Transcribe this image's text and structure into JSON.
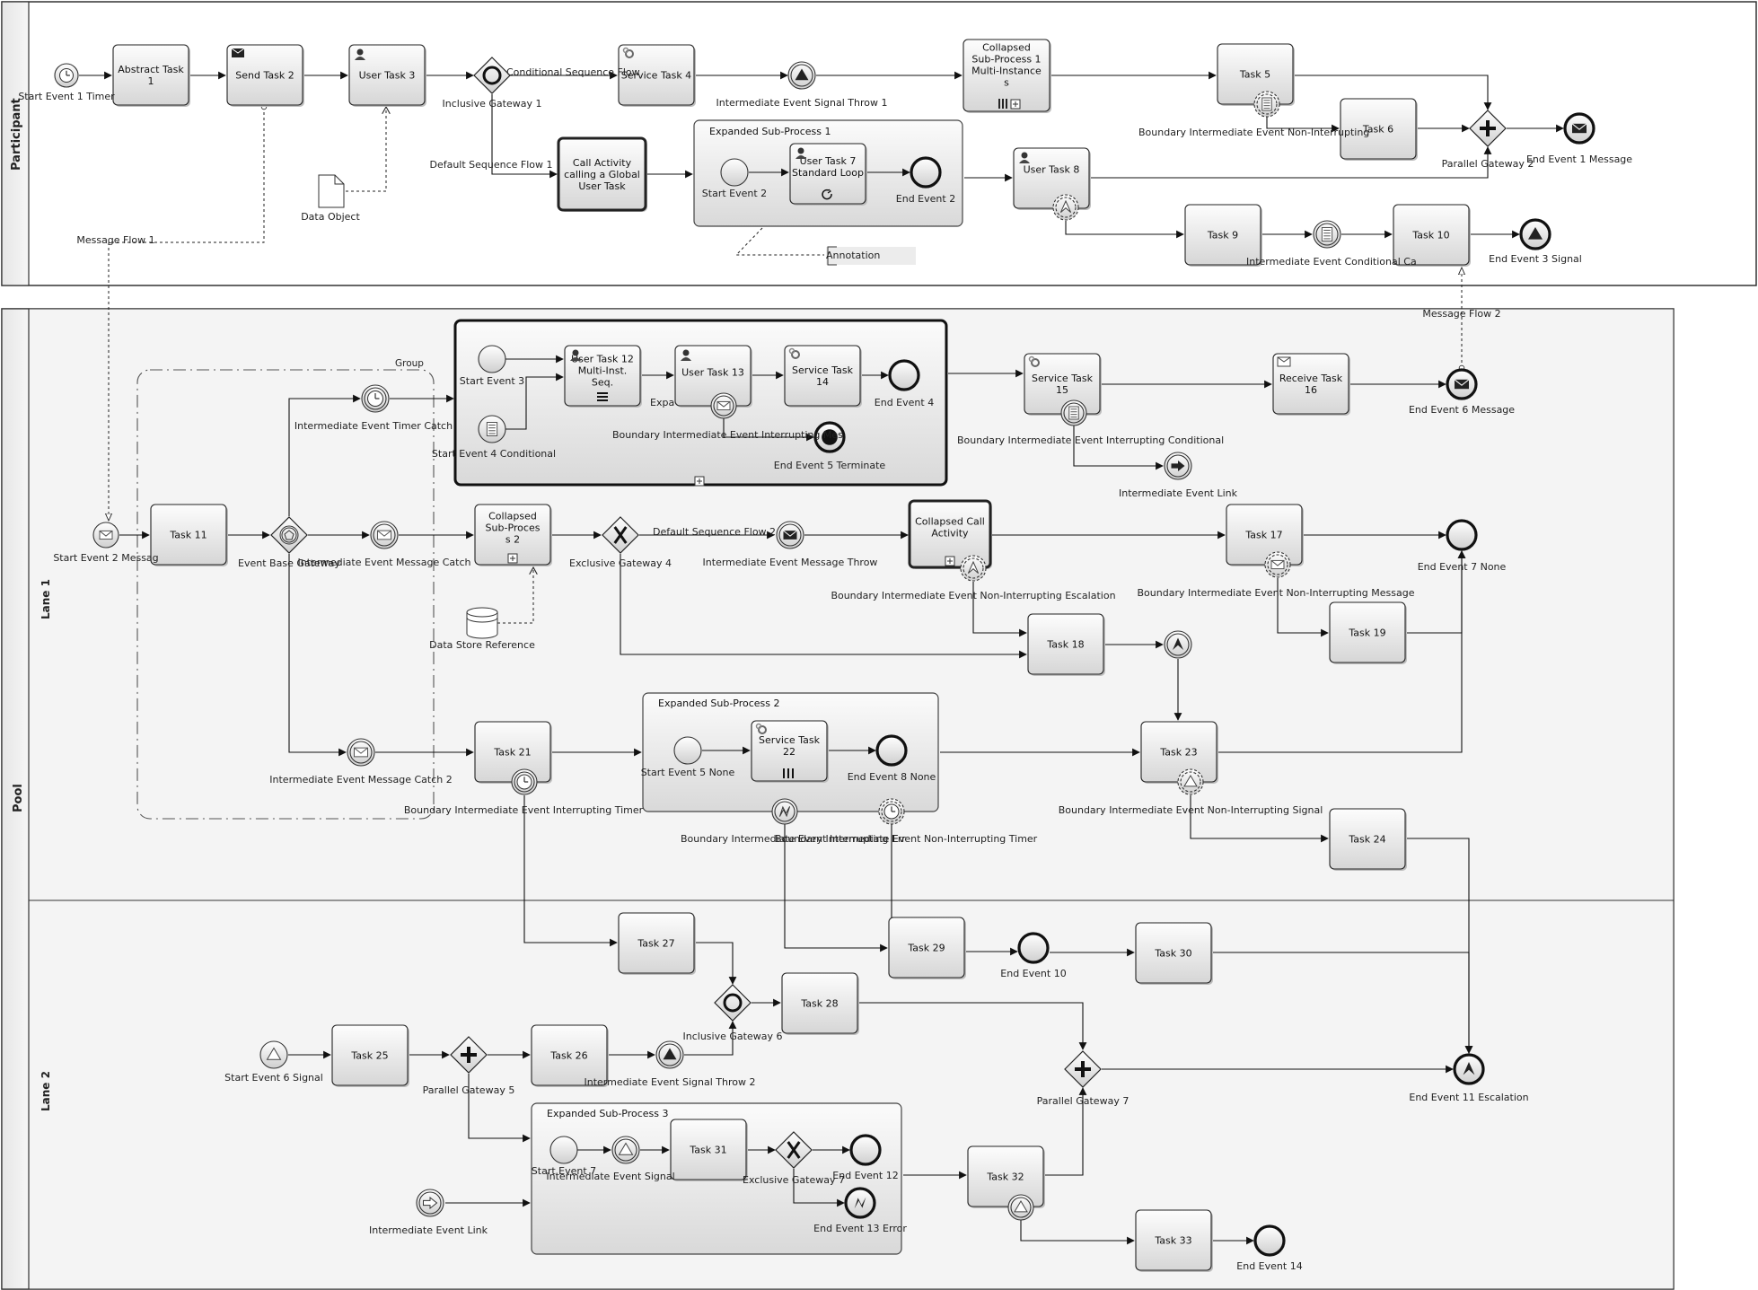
{
  "pools": {
    "participant": "Participant",
    "pool": "Pool",
    "lane1": "Lane 1",
    "lane2": "Lane 2"
  },
  "colors": {
    "task_fill_top": "#fdfdfd",
    "task_fill_bottom": "#dcdcdc",
    "subprocess_bottom": "#d8d8d8",
    "stroke": "#333333",
    "lane_bg": "#f4f4f4"
  },
  "tasks": {
    "abstract_task_1": [
      "Abstract Task",
      "1"
    ],
    "send_task_2": [
      "Send Task 2"
    ],
    "user_task_3": [
      "User Task 3"
    ],
    "service_task_4": [
      "Service Task 4"
    ],
    "collapsed_sub_1": [
      "Collapsed",
      "Sub-Process 1",
      "Multi-Instance",
      "s"
    ],
    "task_5": [
      "Task 5"
    ],
    "task_6": [
      "Task 6"
    ],
    "call_activity": [
      "Call Activity",
      "calling a Global",
      "User Task"
    ],
    "user_task_7": [
      "User Task 7",
      "Standard Loop"
    ],
    "user_task_8": [
      "User Task 8"
    ],
    "task_9": [
      "Task 9"
    ],
    "task_10": [
      "Task 10"
    ],
    "user_task_12": [
      "User Task 12",
      "Multi-Inst.",
      "Seq."
    ],
    "user_task_13": [
      "User Task 13"
    ],
    "service_task_14": [
      "Service Task",
      "14"
    ],
    "service_task_15": [
      "Service Task",
      "15"
    ],
    "receive_task_16": [
      "Receive Task",
      "16"
    ],
    "task_11": [
      "Task 11"
    ],
    "collapsed_sub_2": [
      "Collapsed",
      "Sub-Proces",
      "s 2"
    ],
    "collapsed_call": [
      "Collapsed Call",
      "Activity"
    ],
    "task_17": [
      "Task 17"
    ],
    "task_18": [
      "Task 18"
    ],
    "task_19": [
      "Task 19"
    ],
    "task_21": [
      "Task 21"
    ],
    "service_task_22": [
      "Service Task",
      "22"
    ],
    "task_23": [
      "Task 23"
    ],
    "task_24": [
      "Task 24"
    ],
    "task_25": [
      "Task 25"
    ],
    "task_26": [
      "Task 26"
    ],
    "task_27": [
      "Task 27"
    ],
    "task_28": [
      "Task 28"
    ],
    "task_29": [
      "Task 29"
    ],
    "task_30": [
      "Task 30"
    ],
    "task_31": [
      "Task 31"
    ],
    "task_32": [
      "Task 32"
    ],
    "task_33": [
      "Task 33"
    ]
  },
  "subprocess_titles": {
    "expanded_1": "Expanded Sub-Process 1",
    "expanded_2": "Expanded Sub-Process 2",
    "expanded_3": "Expanded Sub-Process 3",
    "expanded_big_trunc": "Expa"
  },
  "labels": {
    "start_event_1": "Start Event 1 Timer",
    "inclusive_gw_1": "Inclusive Gateway 1",
    "conditional_flow_1": "Conditional Sequence Flow",
    "int_signal_throw_1": "Intermediate Event Signal Throw 1",
    "boundary_non_int_1": "Boundary Intermediate Event Non-Interrupting",
    "parallel_gw_2": "Parallel Gateway 2",
    "end_event_1": "End Event 1  Message",
    "default_flow_1": "Default Sequence Flow 1",
    "start_event_2_sp": "Start Event 2",
    "end_event_2": "End Event 2",
    "data_object": "Data Object",
    "message_flow_1": "Message Flow 1",
    "annotation": "Annotation",
    "int_conditional_catch": "Intermediate Event Conditional Ca",
    "end_event_3": "End Event 3 Signal",
    "message_flow_2": "Message Flow 2",
    "group": "Group",
    "start_event_3": "Start Event 3",
    "start_event_4": "Start Event 4 Conditional",
    "boundary_int_msg": "Boundary Intermediate Event Interrupting Mes",
    "end_event_4": "End Event 4",
    "end_event_5": "End Event 5 Terminate",
    "boundary_int_cond": "Boundary Intermediate Event Interrupting Conditional",
    "end_event_6": "End Event 6  Message",
    "int_event_link": "Intermediate Event Link",
    "int_timer_catch": "Intermediate Event Timer Catch",
    "start_event_2": "Start Event 2 Messag",
    "event_based_gw": "Event Base Gateway",
    "int_msg_catch": "Intermediate Event Message Catch",
    "data_store": "Data Store Reference",
    "exclusive_gw_4": "Exclusive Gateway 4",
    "default_flow_2": "Default Sequence Flow 2",
    "int_msg_throw": "Intermediate Event Message Throw",
    "boundary_non_int_esc": "Boundary Intermediate Event Non-Interrupting Escalation",
    "boundary_non_int_msg": "Boundary Intermediate Event Non-Interrupting Message",
    "end_event_7": "End Event 7 None",
    "int_msg_catch_2": "Intermediate Event Message Catch 2",
    "boundary_int_timer": "Boundary Intermediate Event Interrupting Timer",
    "start_event_5": "Start Event 5 None",
    "end_event_8": "End Event 8 None",
    "boundary_bottom_overlap": "Boundary Intermediate Event Non-Interrupting Timer",
    "boundary_bottom_overlap_a": "Boundary Intermediate Event Interrupting Err",
    "boundary_non_int_signal": "Boundary Intermediate Event Non-Interrupting Signal",
    "inclusive_gw_6": "Inclusive Gateway  6",
    "end_event_10": "End Event 10",
    "start_event_6": "Start Event 6 Signal",
    "parallel_gw_5": "Parallel Gateway 5",
    "int_signal_throw_2": "Intermediate Event Signal Throw 2",
    "parallel_gw_7": "Parallel Gateway 7",
    "end_event_11": "End Event 11 Escalation",
    "start_event_7": "Start Event 7",
    "int_signal_sp3": "Intermediate Event Signal",
    "exclusive_gw_7": "Exclusive Gateway 7",
    "end_event_12": "End Event 12",
    "end_event_13": "End Event 13 Error",
    "int_event_link_2": "Intermediate Event Link",
    "end_event_14": "End Event 14"
  }
}
